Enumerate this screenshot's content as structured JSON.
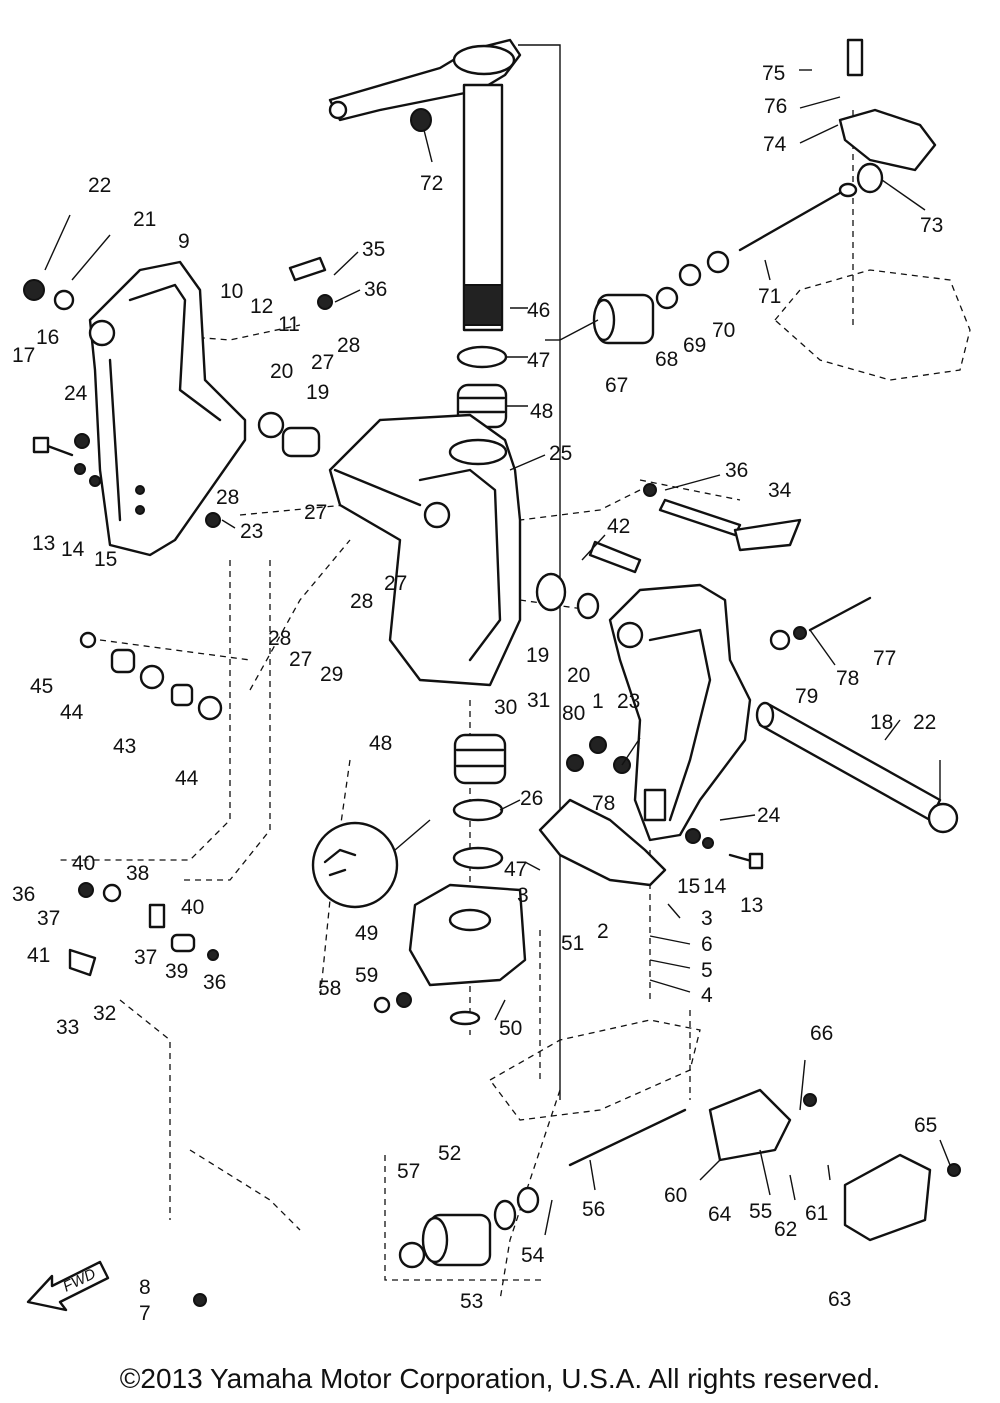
{
  "diagram": {
    "part_labels": [
      {
        "id": "p75",
        "text": "75"
      },
      {
        "id": "p76",
        "text": "76"
      },
      {
        "id": "p74",
        "text": "74"
      },
      {
        "id": "p73",
        "text": "73"
      },
      {
        "id": "p71",
        "text": "71"
      },
      {
        "id": "p72",
        "text": "72"
      },
      {
        "id": "p46",
        "text": "46"
      },
      {
        "id": "p47a",
        "text": "47"
      },
      {
        "id": "p48a",
        "text": "48"
      },
      {
        "id": "p67",
        "text": "67"
      },
      {
        "id": "p68",
        "text": "68"
      },
      {
        "id": "p69",
        "text": "69"
      },
      {
        "id": "p70",
        "text": "70"
      },
      {
        "id": "p22a",
        "text": "22"
      },
      {
        "id": "p21",
        "text": "21"
      },
      {
        "id": "p9",
        "text": "9"
      },
      {
        "id": "p35",
        "text": "35"
      },
      {
        "id": "p36a",
        "text": "36"
      },
      {
        "id": "p10",
        "text": "10"
      },
      {
        "id": "p12",
        "text": "12"
      },
      {
        "id": "p11",
        "text": "11"
      },
      {
        "id": "p17",
        "text": "17"
      },
      {
        "id": "p16",
        "text": "16"
      },
      {
        "id": "p28a",
        "text": "28"
      },
      {
        "id": "p27a",
        "text": "27"
      },
      {
        "id": "p20a",
        "text": "20"
      },
      {
        "id": "p19a",
        "text": "19"
      },
      {
        "id": "p24a",
        "text": "24"
      },
      {
        "id": "p25",
        "text": "25"
      },
      {
        "id": "p13a",
        "text": "13"
      },
      {
        "id": "p14a",
        "text": "14"
      },
      {
        "id": "p15a",
        "text": "15"
      },
      {
        "id": "p28b",
        "text": "28"
      },
      {
        "id": "p23a",
        "text": "23"
      },
      {
        "id": "p27b",
        "text": "27"
      },
      {
        "id": "p36b",
        "text": "36"
      },
      {
        "id": "p34",
        "text": "34"
      },
      {
        "id": "p42",
        "text": "42"
      },
      {
        "id": "p27c",
        "text": "27"
      },
      {
        "id": "p28c",
        "text": "28"
      },
      {
        "id": "p28d",
        "text": "28"
      },
      {
        "id": "p27d",
        "text": "27"
      },
      {
        "id": "p29",
        "text": "29"
      },
      {
        "id": "p19b",
        "text": "19"
      },
      {
        "id": "p20b",
        "text": "20"
      },
      {
        "id": "p77",
        "text": "77"
      },
      {
        "id": "p78a",
        "text": "78"
      },
      {
        "id": "p79",
        "text": "79"
      },
      {
        "id": "p45",
        "text": "45"
      },
      {
        "id": "p44a",
        "text": "44"
      },
      {
        "id": "p43",
        "text": "43"
      },
      {
        "id": "p44b",
        "text": "44"
      },
      {
        "id": "p30",
        "text": "30"
      },
      {
        "id": "p31",
        "text": "31"
      },
      {
        "id": "p80",
        "text": "80"
      },
      {
        "id": "p1",
        "text": "1"
      },
      {
        "id": "p23b",
        "text": "23"
      },
      {
        "id": "p48b",
        "text": "48"
      },
      {
        "id": "p18",
        "text": "18"
      },
      {
        "id": "p22b",
        "text": "22"
      },
      {
        "id": "p78b",
        "text": "78"
      },
      {
        "id": "p26",
        "text": "26"
      },
      {
        "id": "p24b",
        "text": "24"
      },
      {
        "id": "p47b",
        "text": "47"
      },
      {
        "id": "p15b",
        "text": "15"
      },
      {
        "id": "p14b",
        "text": "14"
      },
      {
        "id": "p13b",
        "text": "13"
      },
      {
        "id": "p40a",
        "text": "40"
      },
      {
        "id": "p38",
        "text": "38"
      },
      {
        "id": "p36c",
        "text": "36"
      },
      {
        "id": "p37a",
        "text": "37"
      },
      {
        "id": "p40b",
        "text": "40"
      },
      {
        "id": "p3a",
        "text": "3"
      },
      {
        "id": "p2",
        "text": "2"
      },
      {
        "id": "p3b",
        "text": "3"
      },
      {
        "id": "p49",
        "text": "49"
      },
      {
        "id": "p51",
        "text": "51"
      },
      {
        "id": "p6",
        "text": "6"
      },
      {
        "id": "p5",
        "text": "5"
      },
      {
        "id": "p4",
        "text": "4"
      },
      {
        "id": "p41",
        "text": "41"
      },
      {
        "id": "p37b",
        "text": "37"
      },
      {
        "id": "p39",
        "text": "39"
      },
      {
        "id": "p36d",
        "text": "36"
      },
      {
        "id": "p33",
        "text": "33"
      },
      {
        "id": "p32",
        "text": "32"
      },
      {
        "id": "p58",
        "text": "58"
      },
      {
        "id": "p59",
        "text": "59"
      },
      {
        "id": "p50",
        "text": "50"
      },
      {
        "id": "p66",
        "text": "66"
      },
      {
        "id": "p65",
        "text": "65"
      },
      {
        "id": "p52",
        "text": "52"
      },
      {
        "id": "p57",
        "text": "57"
      },
      {
        "id": "p56",
        "text": "56"
      },
      {
        "id": "p60",
        "text": "60"
      },
      {
        "id": "p64",
        "text": "64"
      },
      {
        "id": "p55",
        "text": "55"
      },
      {
        "id": "p62",
        "text": "62"
      },
      {
        "id": "p61",
        "text": "61"
      },
      {
        "id": "p54",
        "text": "54"
      },
      {
        "id": "p53",
        "text": "53"
      },
      {
        "id": "p63",
        "text": "63"
      },
      {
        "id": "p8",
        "text": "8"
      },
      {
        "id": "p7",
        "text": "7"
      }
    ],
    "fwd_label": "FWD",
    "copyright": "©2013 Yamaha Motor Corporation, U.S.A. All rights reserved."
  }
}
